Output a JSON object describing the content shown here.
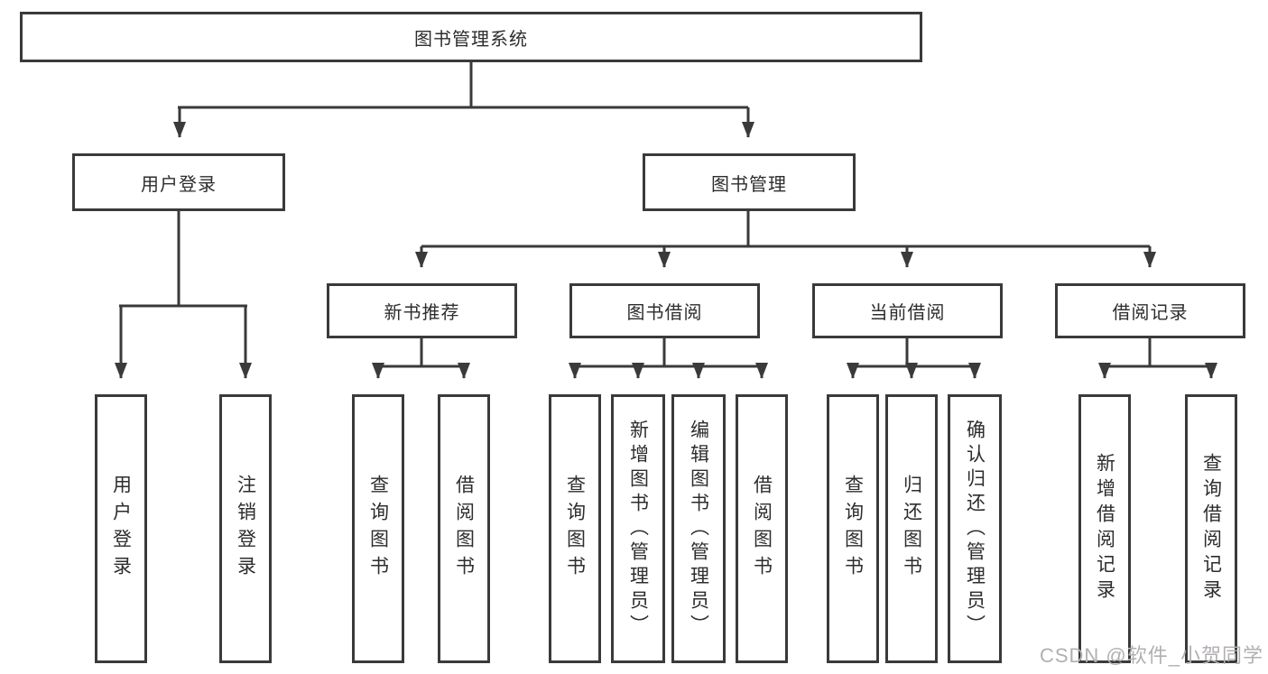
{
  "diagram_type": "function-structure-tree",
  "style": {
    "line_color": "#3a3a3a",
    "box_border_color": "#3a3a3a",
    "box_background": "#ffffff",
    "text_color": "#2d2d2d",
    "watermark_color": "#b3aeb3",
    "page_background": "#ffffff"
  },
  "tree": {
    "label": "图书管理系统",
    "children": [
      {
        "label": "用户登录",
        "children": [
          {
            "label": "用户登录"
          },
          {
            "label": "注销登录"
          }
        ]
      },
      {
        "label": "图书管理",
        "children": [
          {
            "label": "新书推荐",
            "children": [
              {
                "label": "查询图书"
              },
              {
                "label": "借阅图书"
              }
            ]
          },
          {
            "label": "图书借阅",
            "children": [
              {
                "label": "查询图书"
              },
              {
                "label": "新增图书（管理员）"
              },
              {
                "label": "编辑图书（管理员）"
              },
              {
                "label": "借阅图书"
              }
            ]
          },
          {
            "label": "当前借阅",
            "children": [
              {
                "label": "查询图书"
              },
              {
                "label": "归还图书"
              },
              {
                "label": "确认归还（管理员）"
              }
            ]
          },
          {
            "label": "借阅记录",
            "children": [
              {
                "label": "新增借阅记录"
              },
              {
                "label": "查询借阅记录"
              }
            ]
          }
        ]
      }
    ]
  },
  "watermark": {
    "text": "CSDN @软件_小贺同学"
  }
}
